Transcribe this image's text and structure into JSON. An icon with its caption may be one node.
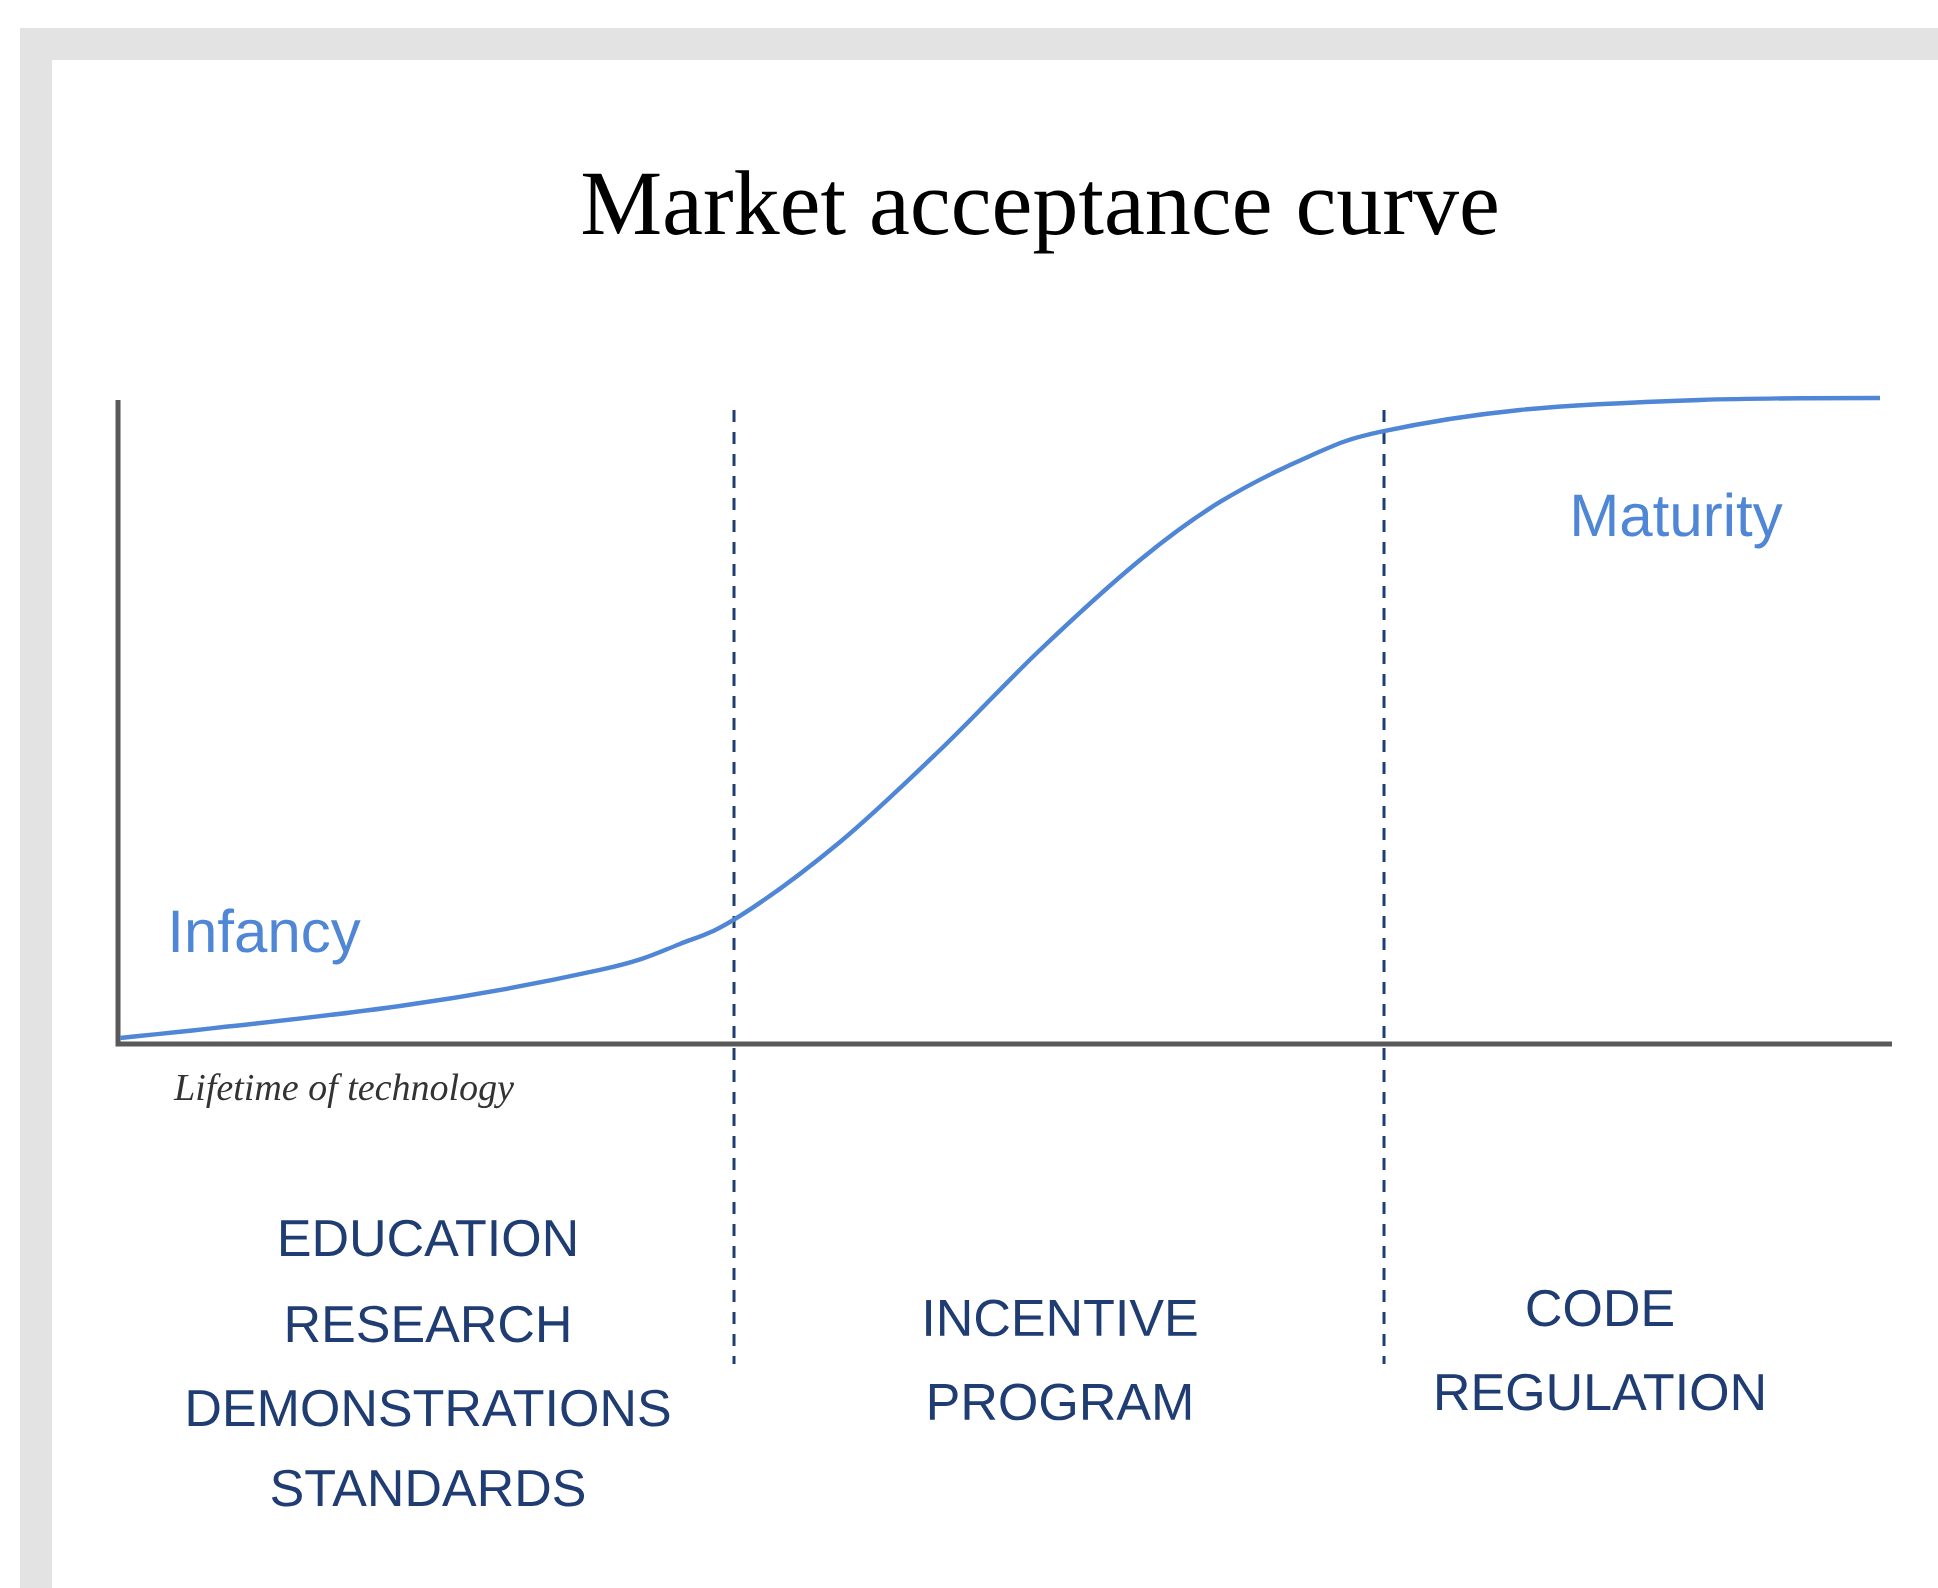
{
  "diagram": {
    "title": "Market acceptance curve",
    "labels": [
      "Infancy",
      "Maturity",
      "Lifetime of technology",
      "EDUCATION",
      "RESEARCH",
      "DEMONSTRATIONS",
      "STANDARDS",
      "INCENTIVE PROGRAM",
      "CODE",
      "REGULATION"
    ]
  }
}
